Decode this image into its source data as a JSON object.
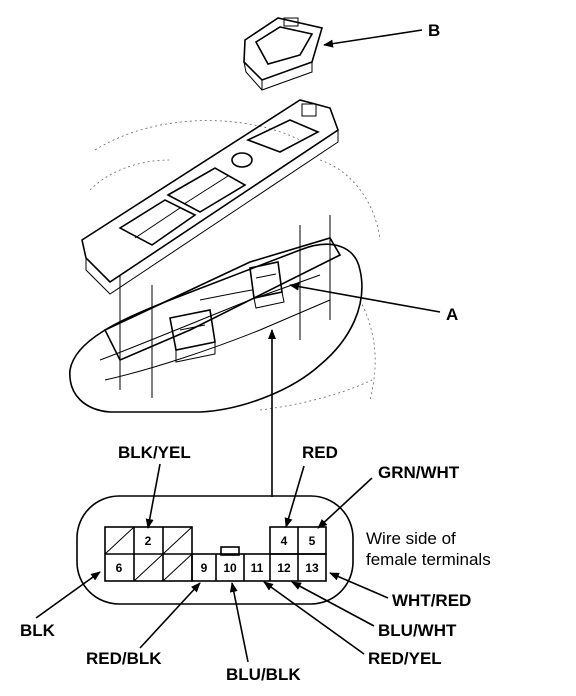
{
  "callouts": {
    "part_b": "B",
    "part_a": "A"
  },
  "connector": {
    "caption_line1": "Wire side of",
    "caption_line2": "female terminals",
    "pins": [
      "2",
      "4",
      "5",
      "6",
      "9",
      "10",
      "11",
      "12",
      "13"
    ]
  },
  "wires": {
    "blk_yel": "BLK/YEL",
    "red": "RED",
    "grn_wht": "GRN/WHT",
    "wht_red": "WHT/RED",
    "blu_wht": "BLU/WHT",
    "red_yel": "RED/YEL",
    "blu_blk": "BLU/BLK",
    "red_blk": "RED/BLK",
    "blk": "BLK"
  }
}
